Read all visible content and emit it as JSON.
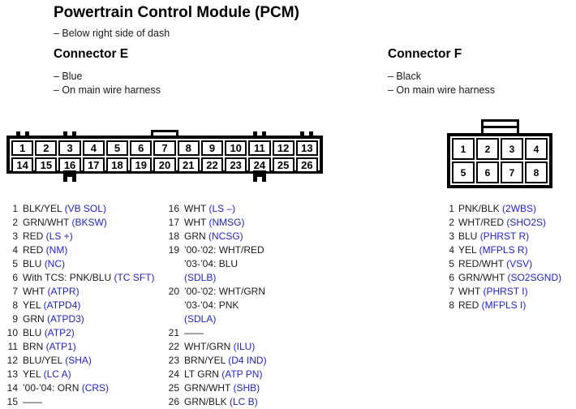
{
  "page": {
    "title": "Powertrain Control Module (PCM)",
    "location_note": "– Below right side of dash"
  },
  "colors": {
    "signal_blue": "#2222cc",
    "text_black": "#1a1a1a",
    "line_black": "#000000"
  },
  "connector_e": {
    "title": "Connector E",
    "notes": [
      "– Blue",
      "– On main wire harness"
    ],
    "diagram_rows": [
      [
        "1",
        "2",
        "3",
        "4",
        "5",
        "6",
        "7",
        "8",
        "9",
        "10",
        "11",
        "12",
        "13"
      ],
      [
        "14",
        "15",
        "16",
        "17",
        "18",
        "19",
        "20",
        "21",
        "22",
        "23",
        "24",
        "25",
        "26"
      ]
    ],
    "pins_col1": [
      {
        "pin": "1",
        "segments": [
          {
            "text": "BLK/YEL ",
            "style": "wire"
          },
          {
            "text": "(VB SOL)",
            "style": "signal"
          }
        ]
      },
      {
        "pin": "2",
        "segments": [
          {
            "text": "GRN/WHT ",
            "style": "wire"
          },
          {
            "text": "(BKSW)",
            "style": "signal"
          }
        ]
      },
      {
        "pin": "3",
        "segments": [
          {
            "text": "RED ",
            "style": "wire"
          },
          {
            "text": "(LS +)",
            "style": "signal"
          }
        ]
      },
      {
        "pin": "4",
        "segments": [
          {
            "text": "RED ",
            "style": "wire"
          },
          {
            "text": "(NM)",
            "style": "signal"
          }
        ]
      },
      {
        "pin": "5",
        "segments": [
          {
            "text": "BLU ",
            "style": "wire"
          },
          {
            "text": "(NC)",
            "style": "signal"
          }
        ]
      },
      {
        "pin": "6",
        "segments": [
          {
            "text": "With TCS: PNK/BLU ",
            "style": "wire"
          },
          {
            "text": "(TC SFT)",
            "style": "signal"
          }
        ]
      },
      {
        "pin": "7",
        "segments": [
          {
            "text": "WHT ",
            "style": "wire"
          },
          {
            "text": "(ATPR)",
            "style": "signal"
          }
        ]
      },
      {
        "pin": "8",
        "segments": [
          {
            "text": "YEL ",
            "style": "wire"
          },
          {
            "text": "(ATPD4)",
            "style": "signal"
          }
        ]
      },
      {
        "pin": "9",
        "segments": [
          {
            "text": "GRN ",
            "style": "wire"
          },
          {
            "text": "(ATPD3)",
            "style": "signal"
          }
        ]
      },
      {
        "pin": "10",
        "segments": [
          {
            "text": "BLU ",
            "style": "wire"
          },
          {
            "text": "(ATP2)",
            "style": "signal"
          }
        ]
      },
      {
        "pin": "11",
        "segments": [
          {
            "text": "BRN ",
            "style": "wire"
          },
          {
            "text": "(ATP1)",
            "style": "signal"
          }
        ]
      },
      {
        "pin": "12",
        "segments": [
          {
            "text": "BLU/YEL ",
            "style": "wire"
          },
          {
            "text": "(SHA)",
            "style": "signal"
          }
        ]
      },
      {
        "pin": "13",
        "segments": [
          {
            "text": "YEL ",
            "style": "wire"
          },
          {
            "text": "(LC A)",
            "style": "signal"
          }
        ]
      },
      {
        "pin": "14",
        "segments": [
          {
            "text": "’00-’04: ORN ",
            "style": "wire"
          },
          {
            "text": "(CRS)",
            "style": "signal"
          }
        ]
      },
      {
        "pin": "15",
        "segments": [
          {
            "text": "——",
            "style": "wire"
          }
        ]
      }
    ],
    "pins_col2": [
      {
        "pin": "16",
        "segments": [
          {
            "text": "WHT ",
            "style": "wire"
          },
          {
            "text": "(LS –)",
            "style": "signal"
          }
        ]
      },
      {
        "pin": "17",
        "segments": [
          {
            "text": "WHT ",
            "style": "wire"
          },
          {
            "text": "(NMSG)",
            "style": "signal"
          }
        ]
      },
      {
        "pin": "18",
        "segments": [
          {
            "text": "GRN ",
            "style": "wire"
          },
          {
            "text": "(NCSG)",
            "style": "signal"
          }
        ]
      },
      {
        "pin": "19",
        "segments": [
          {
            "text": "’00-’02: WHT/RED",
            "style": "wire",
            "break": true
          },
          {
            "text": "’03-’04: BLU",
            "style": "wire",
            "break": true
          },
          {
            "text": "(SDLB)",
            "style": "signal"
          }
        ]
      },
      {
        "pin": "20",
        "segments": [
          {
            "text": "’00-’02: WHT/GRN",
            "style": "wire",
            "break": true
          },
          {
            "text": "’03-’04: PNK",
            "style": "wire",
            "break": true
          },
          {
            "text": "(SDLA)",
            "style": "signal"
          }
        ]
      },
      {
        "pin": "21",
        "segments": [
          {
            "text": "——",
            "style": "wire"
          }
        ]
      },
      {
        "pin": "22",
        "segments": [
          {
            "text": "WHT/GRN ",
            "style": "wire"
          },
          {
            "text": "(ILU)",
            "style": "signal"
          }
        ]
      },
      {
        "pin": "23",
        "segments": [
          {
            "text": "BRN/YEL ",
            "style": "wire"
          },
          {
            "text": "(D4 IND)",
            "style": "signal"
          }
        ]
      },
      {
        "pin": "24",
        "segments": [
          {
            "text": "LT GRN ",
            "style": "wire"
          },
          {
            "text": "(ATP PN)",
            "style": "signal"
          }
        ]
      },
      {
        "pin": "25",
        "segments": [
          {
            "text": "GRN/WHT ",
            "style": "wire"
          },
          {
            "text": "(SHB)",
            "style": "signal"
          }
        ]
      },
      {
        "pin": "26",
        "segments": [
          {
            "text": "GRN/BLK ",
            "style": "wire"
          },
          {
            "text": "(LC B)",
            "style": "signal"
          }
        ]
      }
    ]
  },
  "connector_f": {
    "title": "Connector F",
    "notes": [
      "– Black",
      "– On main wire harness"
    ],
    "diagram_rows": [
      [
        "1",
        "2",
        "3",
        "4"
      ],
      [
        "5",
        "6",
        "7",
        "8"
      ]
    ],
    "pins": [
      {
        "pin": "1",
        "segments": [
          {
            "text": "PNK/BLK ",
            "style": "wire"
          },
          {
            "text": "(2WBS)",
            "style": "signal"
          }
        ]
      },
      {
        "pin": "2",
        "segments": [
          {
            "text": "WHT/RED ",
            "style": "wire"
          },
          {
            "text": "(SHO2S)",
            "style": "signal"
          }
        ]
      },
      {
        "pin": "3",
        "segments": [
          {
            "text": "BLU ",
            "style": "wire"
          },
          {
            "text": "(PHRST R)",
            "style": "signal"
          }
        ]
      },
      {
        "pin": "4",
        "segments": [
          {
            "text": "YEL ",
            "style": "wire"
          },
          {
            "text": "(MFPLS R)",
            "style": "signal"
          }
        ]
      },
      {
        "pin": "5",
        "segments": [
          {
            "text": "RED/WHT ",
            "style": "wire"
          },
          {
            "text": "(VSV)",
            "style": "signal"
          }
        ]
      },
      {
        "pin": "6",
        "segments": [
          {
            "text": "GRN/WHT ",
            "style": "wire"
          },
          {
            "text": "(SO2SGND)",
            "style": "signal"
          }
        ]
      },
      {
        "pin": "7",
        "segments": [
          {
            "text": "WHT ",
            "style": "wire"
          },
          {
            "text": "(PHRST I)",
            "style": "signal"
          }
        ]
      },
      {
        "pin": "8",
        "segments": [
          {
            "text": "RED ",
            "style": "wire"
          },
          {
            "text": "(MFPLS I)",
            "style": "signal"
          }
        ]
      }
    ]
  }
}
